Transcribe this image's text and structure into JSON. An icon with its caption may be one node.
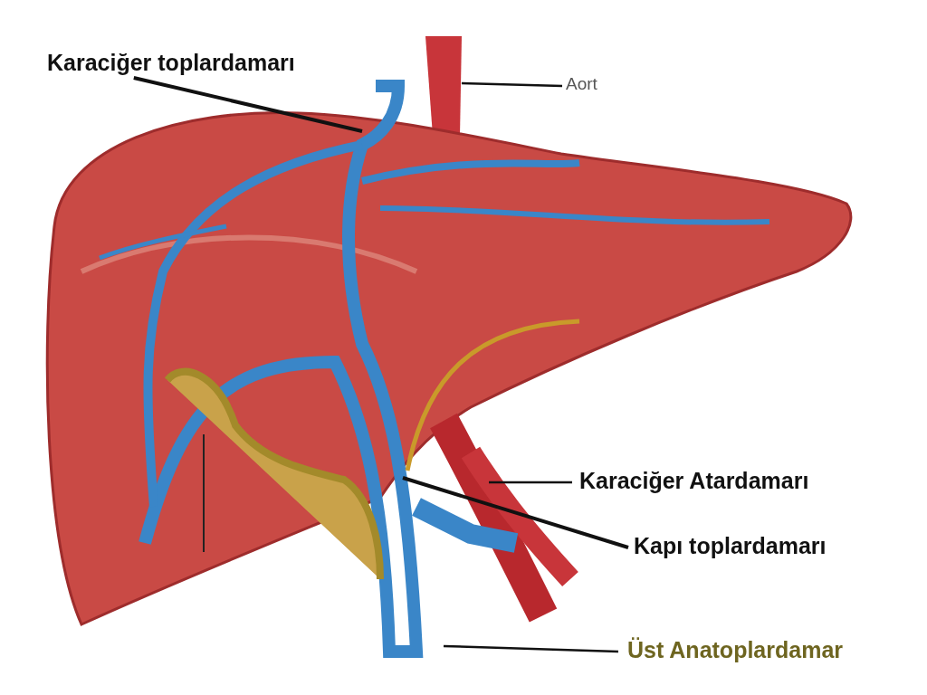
{
  "diagram": {
    "nodes": [
      {
        "text": [
          "Karaciğer toplardamarı"
        ]
      },
      {
        "text": [
          "Aort"
        ]
      },
      {
        "text": [
          "Karaciğer Atardamarı"
        ]
      },
      {
        "text": [
          "Kapı toplardamarı"
        ]
      },
      {
        "text": [
          "Üst Anatoplardamar"
        ]
      }
    ],
    "edges": [
      {
        "from": 0,
        "to": null,
        "arrow": "none"
      },
      {
        "from": 1,
        "to": null,
        "arrow": "none"
      },
      {
        "from": 2,
        "to": null,
        "arrow": "none"
      },
      {
        "from": 3,
        "to": null,
        "arrow": "none"
      },
      {
        "from": 4,
        "to": null,
        "arrow": "none"
      }
    ]
  }
}
